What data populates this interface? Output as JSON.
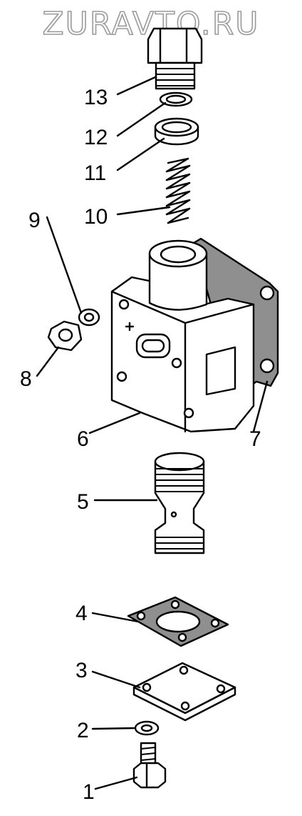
{
  "watermark": "ZURAVTO.RU",
  "callouts": [
    {
      "id": "13",
      "part": "plug"
    },
    {
      "id": "12",
      "part": "washer"
    },
    {
      "id": "11",
      "part": "ring"
    },
    {
      "id": "10",
      "part": "spring"
    },
    {
      "id": "9",
      "part": "lock-washer"
    },
    {
      "id": "8",
      "part": "nut"
    },
    {
      "id": "6",
      "part": "valve-body"
    },
    {
      "id": "7",
      "part": "body-gasket"
    },
    {
      "id": "5",
      "part": "valve-piston"
    },
    {
      "id": "4",
      "part": "cover-gasket"
    },
    {
      "id": "3",
      "part": "cover-plate"
    },
    {
      "id": "2",
      "part": "lock-washer"
    },
    {
      "id": "1",
      "part": "bolt"
    }
  ],
  "colors": {
    "line": "#000000",
    "gasket": "#8f8f8f",
    "watermark": "#9a9a9a"
  }
}
